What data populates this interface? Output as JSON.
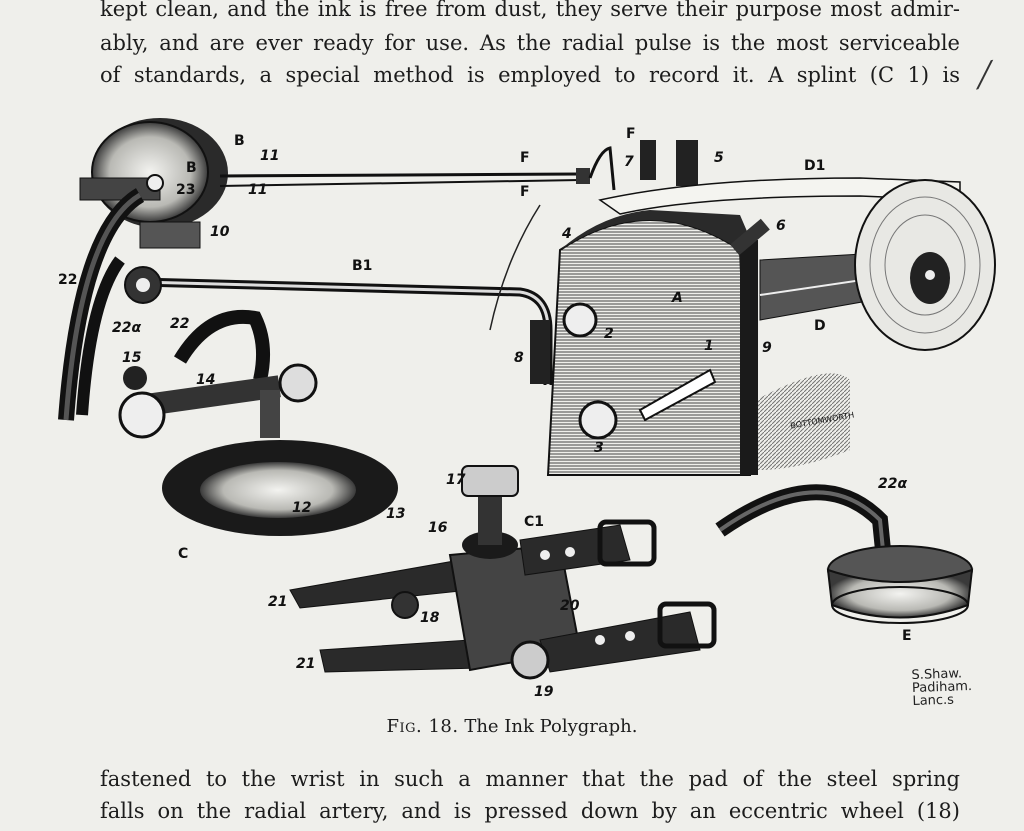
{
  "text": {
    "line1": "kept clean, and the ink is free from dust, they serve their purpose most admir-",
    "line2": "ably, and are ever ready for use.  As the radial pulse is the most serviceable",
    "line3": "of standards, a special method is employed to record it.  A splint (C 1) is",
    "line4": "fastened to the wrist in such a manner that the pad of the steel spring",
    "line5": "falls on the radial artery, and is pressed down by an eccentric wheel (18)"
  },
  "margin_mark": "⁄",
  "caption": {
    "fig": "Fig. 18.",
    "title": "The Ink Polygraph."
  },
  "engraver": {
    "line1": "S.Shaw.",
    "line2": "Padiham.",
    "line3": "Lanc.s"
  },
  "labels": {
    "B_top": "B",
    "B_inner": "B",
    "n23": "23",
    "n11a": "11",
    "n11b": "11",
    "n10": "10",
    "F_top": "F",
    "F_mid": "F",
    "F_low": "F",
    "n7": "7",
    "n5": "5",
    "D1": "D1",
    "n6": "6",
    "n4": "4",
    "B1": "B1",
    "A": "A",
    "n2": "2",
    "n1": "1",
    "n3": "3",
    "n9": "9",
    "D": "D",
    "n8": "8",
    "n22a": "22",
    "n22b": "22",
    "n22a_alpha": "22α",
    "n15": "15",
    "n14": "14",
    "n12": "12",
    "n13": "13",
    "C": "C",
    "n17": "17",
    "C1": "C1",
    "n16": "16",
    "n20": "20",
    "n18": "18",
    "n21a": "21",
    "n21b": "21",
    "n19": "19",
    "n22a_E": "22α",
    "E": "E",
    "signature": "BOTTOMWORTH"
  }
}
